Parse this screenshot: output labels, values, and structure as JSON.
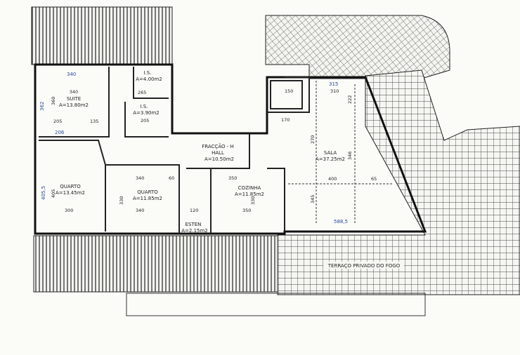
{
  "plan": {
    "unit_label": "FRACÇÃO - H",
    "rooms": {
      "suite": {
        "name": "SUITE",
        "area": "A=13.80m2"
      },
      "is1": {
        "name": "I.S.",
        "area": "A=4.00m2"
      },
      "is2": {
        "name": "I.S.",
        "area": "A=3.90m2"
      },
      "quarto1": {
        "name": "QUARTO",
        "area": "A=13.45m2"
      },
      "quarto2": {
        "name": "QUARTO",
        "area": "A=11.85m2"
      },
      "hall": {
        "name": "HALL",
        "area": "A=10.50m2"
      },
      "cozinha": {
        "name": "COZINHA",
        "area": "A=11.85m2"
      },
      "esten": {
        "name": "ESTEN",
        "area": "A=2.15m2"
      },
      "sala": {
        "name": "SALA",
        "area": "A=37.25m2"
      },
      "terraco": {
        "name": "TERRAÇO PRIVADO DO FOGO"
      }
    },
    "dimensions": {
      "suite_w": "340",
      "suite_h": "360",
      "suite_a": "205",
      "suite_b": "135",
      "is1_w": "265",
      "is2_w": "205",
      "quarto1_w": "300",
      "quarto1_h": "405",
      "quarto2_w_top": "340",
      "quarto2_w_bot": "340",
      "quarto2_h": "330",
      "hall_top": "60",
      "cozinha_w_top": "350",
      "cozinha_w_bot": "350",
      "cozinha_h": "330",
      "esten_w": "120",
      "sala_top": "310",
      "sala_h1": "270",
      "sala_h2": "345",
      "sala_w": "400",
      "sala_right": "346",
      "sala_ext": "65",
      "chimney": "150",
      "sala_upper": "170",
      "sala_222": "222"
    },
    "handwritten": {
      "suite_top": "340",
      "suite_side": "362",
      "suite_bottom": "206",
      "sala_top": "315",
      "sala_bottom": "588,5",
      "quarto_side": "405,5"
    }
  }
}
